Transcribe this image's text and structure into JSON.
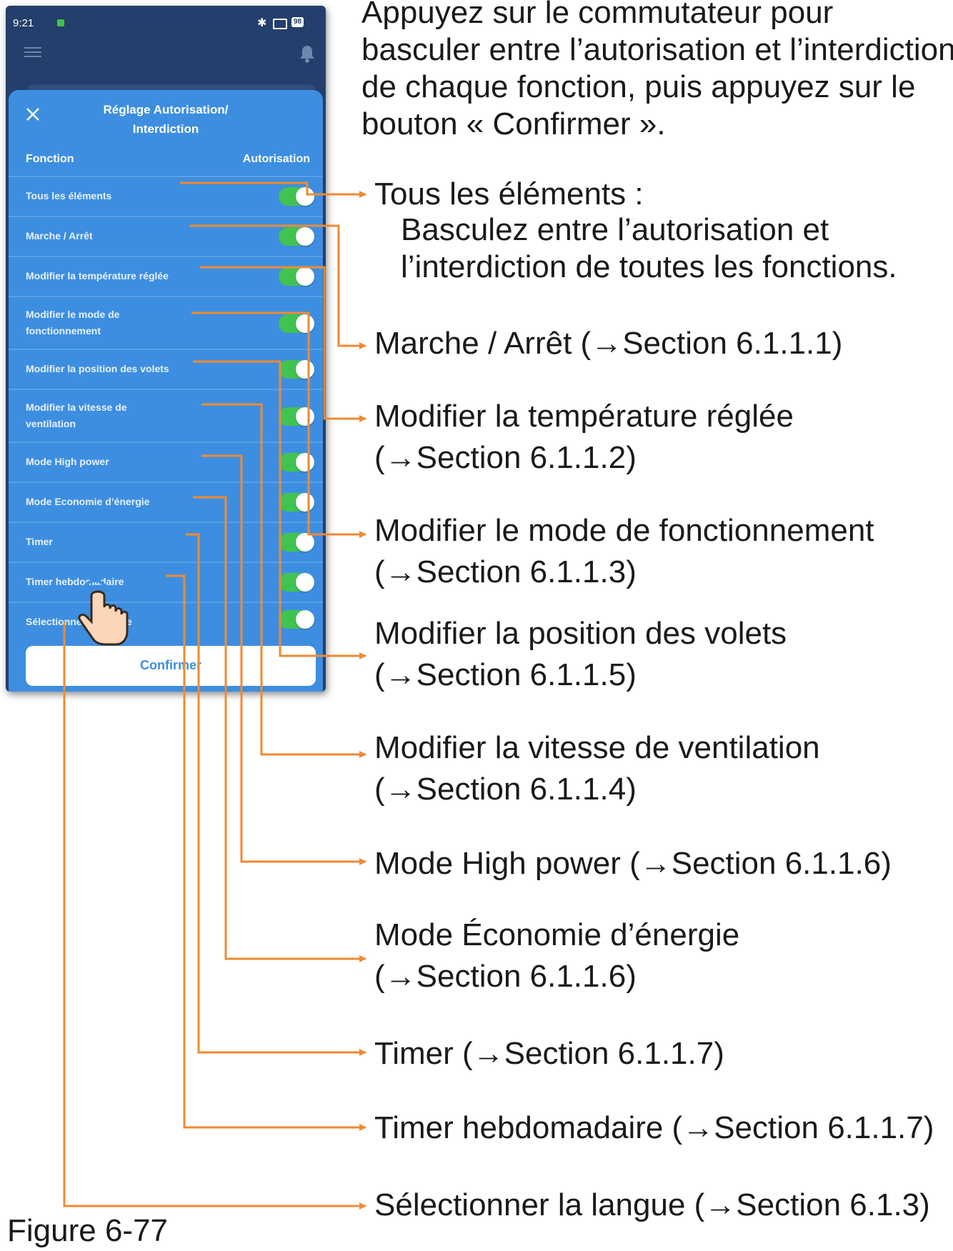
{
  "intro": "Appuyez sur le commutateur pour\nbasculer entre l’autorisation et l’interdiction\nde chaque fonction, puis appuyez sur le\nbouton « Confirmer ».",
  "status_bar": {
    "time": "9:21",
    "battery": "98"
  },
  "dialog": {
    "title": "Réglage Autorisation/\nInterdiction",
    "col_function": "Fonction",
    "col_authorization": "Autorisation",
    "rows": [
      {
        "label": "Tous les éléments",
        "enabled": true
      },
      {
        "label": "Marche / Arrêt",
        "enabled": true
      },
      {
        "label": "Modifier la température réglée",
        "enabled": true
      },
      {
        "label": "Modifier le mode de fonctionnement",
        "enabled": true
      },
      {
        "label": "Modifier la position des volets",
        "enabled": true
      },
      {
        "label": "Modifier la vitesse de ventilation",
        "enabled": true
      },
      {
        "label": "Mode High power",
        "enabled": true
      },
      {
        "label": "Mode Economie d’énergie",
        "enabled": true
      },
      {
        "label": "Timer",
        "enabled": true
      },
      {
        "label": "Timer hebdomadaire",
        "enabled": true
      },
      {
        "label": "Sélectionner la langue",
        "enabled": true
      }
    ],
    "confirm_label": "Confirmer"
  },
  "annotations": {
    "tous": "Tous les éléments :",
    "tous_desc": "Basculez entre l’autorisation et\nl’interdiction de toutes les fonctions.",
    "marche": "Marche / Arrêt (→Section 6.1.1.1)",
    "temperature": "Modifier la température réglée\n(→Section 6.1.1.2)",
    "mode": "Modifier le mode de fonctionnement\n(→Section 6.1.1.3)",
    "volets": "Modifier la position des volets\n(→Section 6.1.1.5)",
    "ventilation": "Modifier la vitesse de ventilation\n(→Section 6.1.1.4)",
    "high_power": "Mode High power (→Section 6.1.1.6)",
    "economie": "Mode Économie d’énergie\n(→Section 6.1.1.6)",
    "timer": "Timer (→Section 6.1.1.7)",
    "timer_hebdo": "Timer hebdomadaire (→Section 6.1.1.7)",
    "langue": "Sélectionner la langue (→Section 6.1.3)"
  },
  "figure_caption": "Figure 6-77",
  "colors": {
    "arrow": "#f08a32",
    "dialog": "#3d8ee0",
    "toggle_on": "#41c352",
    "app_bg": "#243f6b"
  },
  "icons": [
    "menu-icon",
    "bell-icon",
    "close-icon",
    "hand-pointer-icon",
    "bluetooth-icon",
    "battery-icon"
  ]
}
